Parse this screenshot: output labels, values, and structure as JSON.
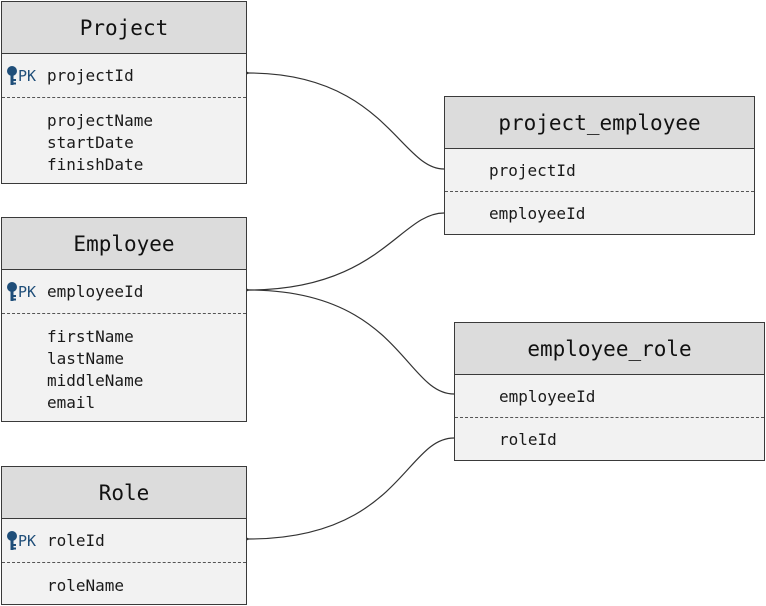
{
  "entities": {
    "project": {
      "title": "Project",
      "pk_label": "PK",
      "pk": "projectId",
      "attributes": [
        "projectName",
        "startDate",
        "finishDate"
      ]
    },
    "employee": {
      "title": "Employee",
      "pk_label": "PK",
      "pk": "employeeId",
      "attributes": [
        "firstName",
        "lastName",
        "middleName",
        "email"
      ]
    },
    "role": {
      "title": "Role",
      "pk_label": "PK",
      "pk": "roleId",
      "attributes": [
        "roleName"
      ]
    },
    "project_employee": {
      "title": "project_employee",
      "fields": [
        "projectId",
        "employeeId"
      ]
    },
    "employee_role": {
      "title": "employee_role",
      "fields": [
        "employeeId",
        "roleId"
      ]
    }
  },
  "relationships": [
    {
      "from": "project_employee.projectId",
      "to": "Project.projectId"
    },
    {
      "from": "project_employee.employeeId",
      "to": "Employee.employeeId"
    },
    {
      "from": "employee_role.employeeId",
      "to": "Employee.employeeId"
    },
    {
      "from": "employee_role.roleId",
      "to": "Role.roleId"
    }
  ],
  "colors": {
    "header_bg": "#dcdcdc",
    "body_bg": "#f2f2f2",
    "border": "#3a3a3a",
    "key_icon": "#1f4e79"
  },
  "icons": {
    "primary_key": "key-icon"
  }
}
